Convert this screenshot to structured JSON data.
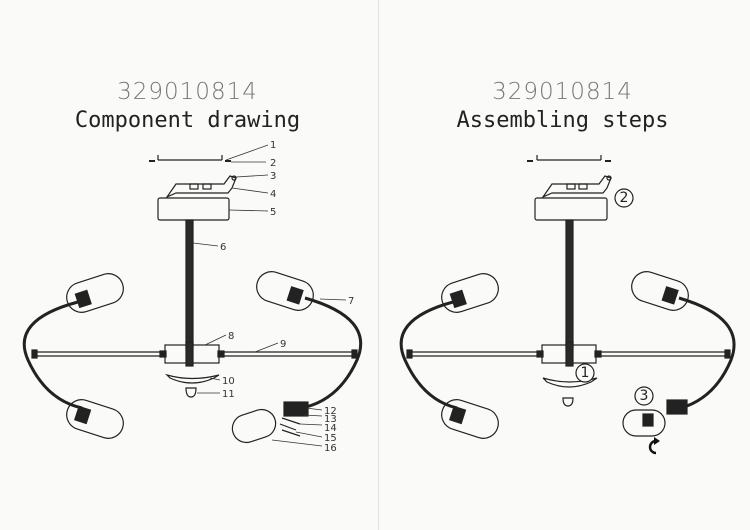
{
  "left_panel": {
    "model_number": "329010814",
    "heading": "Component drawing",
    "callouts": [
      "1",
      "2",
      "3",
      "4",
      "5",
      "6",
      "7",
      "8",
      "9",
      "10",
      "11",
      "12",
      "13",
      "14",
      "15",
      "16"
    ]
  },
  "right_panel": {
    "model_number": "329010814",
    "heading": "Assembling steps",
    "steps": [
      "1",
      "2",
      "3"
    ],
    "rotate_icon": "rotate-arrow-icon"
  }
}
